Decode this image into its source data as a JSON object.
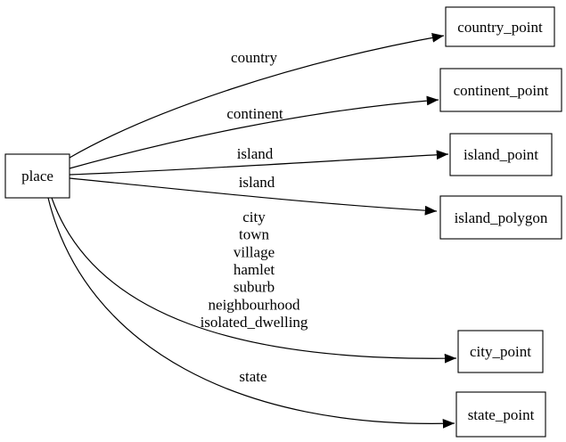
{
  "diagram": {
    "type": "directed-graph",
    "colors": {
      "background": "#ffffff",
      "node_fill": "#ffffff",
      "node_border": "#000000",
      "edge_stroke": "#000000",
      "text": "#000000"
    },
    "nodes": [
      {
        "id": "place",
        "label": "place"
      },
      {
        "id": "country_point",
        "label": "country_point"
      },
      {
        "id": "continent_point",
        "label": "continent_point"
      },
      {
        "id": "island_point",
        "label": "island_point"
      },
      {
        "id": "island_polygon",
        "label": "island_polygon"
      },
      {
        "id": "city_point",
        "label": "city_point"
      },
      {
        "id": "state_point",
        "label": "state_point"
      }
    ],
    "edges": [
      {
        "from": "place",
        "to": "country_point",
        "label": "country"
      },
      {
        "from": "place",
        "to": "continent_point",
        "label": "continent"
      },
      {
        "from": "place",
        "to": "island_point",
        "label": "island"
      },
      {
        "from": "place",
        "to": "island_polygon",
        "label": "island"
      },
      {
        "from": "place",
        "to": "city_point",
        "label_lines": [
          "city",
          "town",
          "village",
          "hamlet",
          "suburb",
          "neighbourhood",
          "isolated_dwelling"
        ]
      },
      {
        "from": "place",
        "to": "state_point",
        "label": "state"
      }
    ]
  }
}
